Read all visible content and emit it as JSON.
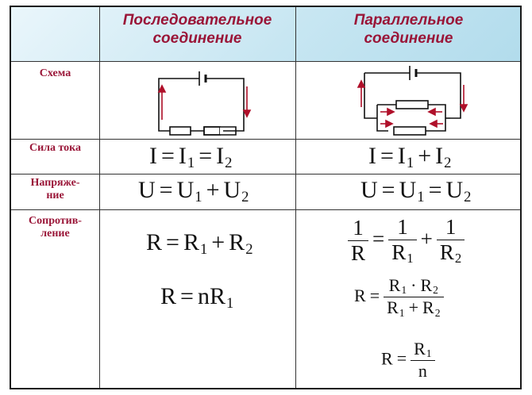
{
  "headers": {
    "series_line1": "Последовательное",
    "series_line2": "соединение",
    "parallel_line1": "Параллельное",
    "parallel_line2": "соединение"
  },
  "rows": {
    "scheme": "Схема",
    "current": "Сила тока",
    "voltage_line1": "Напряже-",
    "voltage_line2": "ние",
    "resistance_line1": "Сопротив-",
    "resistance_line2": "ление"
  },
  "symbols": {
    "I": "I",
    "U": "U",
    "R": "R",
    "n": "n",
    "one": "1",
    "sub1": "1",
    "sub2": "2",
    "eq": "=",
    "plus": "+",
    "dot": "·"
  },
  "colors": {
    "header_text": "#9a1638",
    "row_label": "#9a1638",
    "current_arrow": "#b0102a",
    "header_band": "#c7e6f2"
  }
}
